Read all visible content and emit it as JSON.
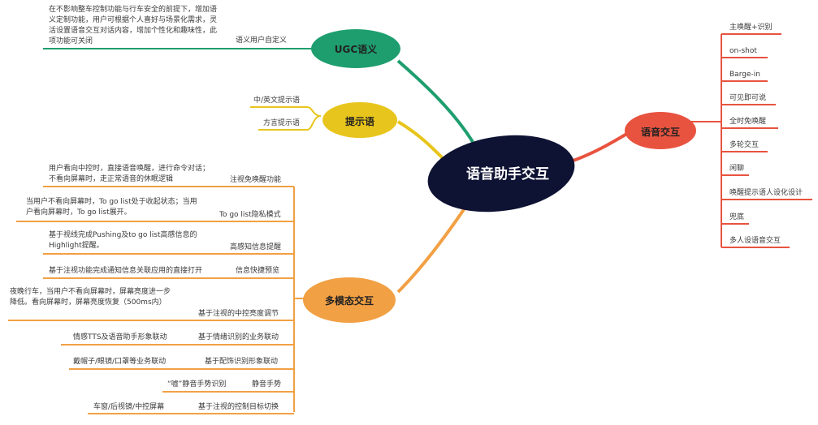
{
  "center": {
    "label": "语音助手交互"
  },
  "colors": {
    "ugc": "#1e9e6e",
    "tip": "#e8c51c",
    "voice": "#e8533f",
    "multi": "#f2a044",
    "center": "#0e1233"
  },
  "branches": {
    "ugc": {
      "label": "UGC语义",
      "items": [
        {
          "title": "语义用户自定义",
          "desc": "在不影响整车控制功能与行车安全的前提下，增加语义定制功能，用户可根据个人喜好与场景化需求，灵活设置语音交互对话内容，增加个性化和趣味性，此项功能可关闭"
        }
      ]
    },
    "tip": {
      "label": "提示语",
      "items": [
        "中/英文提示语",
        "方言提示语"
      ]
    },
    "voice": {
      "label": "语音交互",
      "items": [
        "主唤醒+识别",
        "on-shot",
        "Barge-in",
        "可见即可说",
        "全时免唤醒",
        "多轮交互",
        "闲聊",
        "唤醒提示语人设化设计",
        "兜底",
        "多人设语音交互"
      ]
    },
    "multi": {
      "label": "多模态交互",
      "items": [
        {
          "title": "注视免唤醒功能",
          "desc": "用户看向中控时，直接语音唤醒，进行命令对话；不看向屏幕时，走正常语音的休眠逻辑"
        },
        {
          "title": "To go list隐私模式",
          "desc": "当用户不看向屏幕时，To go list处于收起状态；当用户看向屏幕时，To go list展开。"
        },
        {
          "title": "高感知信息提醒",
          "desc": "基于视线完成Pushing及to go list高感信息的Highlight提醒。"
        },
        {
          "title": "信息快捷预览",
          "desc": "基于注视功能完成通知信息关联应用的直接打开"
        },
        {
          "title": "基于注视的中控亮度调节",
          "desc": "夜晚行车，当用户不看向屏幕时，屏幕亮度进一步降低。看向屏幕时，屏幕亮度恢复（500ms内）"
        },
        {
          "title": "基于情绪识别的业务联动",
          "desc": "情感TTS及语音助手形象联动"
        },
        {
          "title": "基于配饰识别形象联动",
          "desc": "戴帽子/眼镜/口罩等业务联动"
        },
        {
          "title": "静音手势",
          "desc": "“嘘”静音手势识别"
        },
        {
          "title": "基于注视的控制目标切换",
          "desc": "车窗/后视镜/中控屏幕"
        }
      ]
    }
  }
}
